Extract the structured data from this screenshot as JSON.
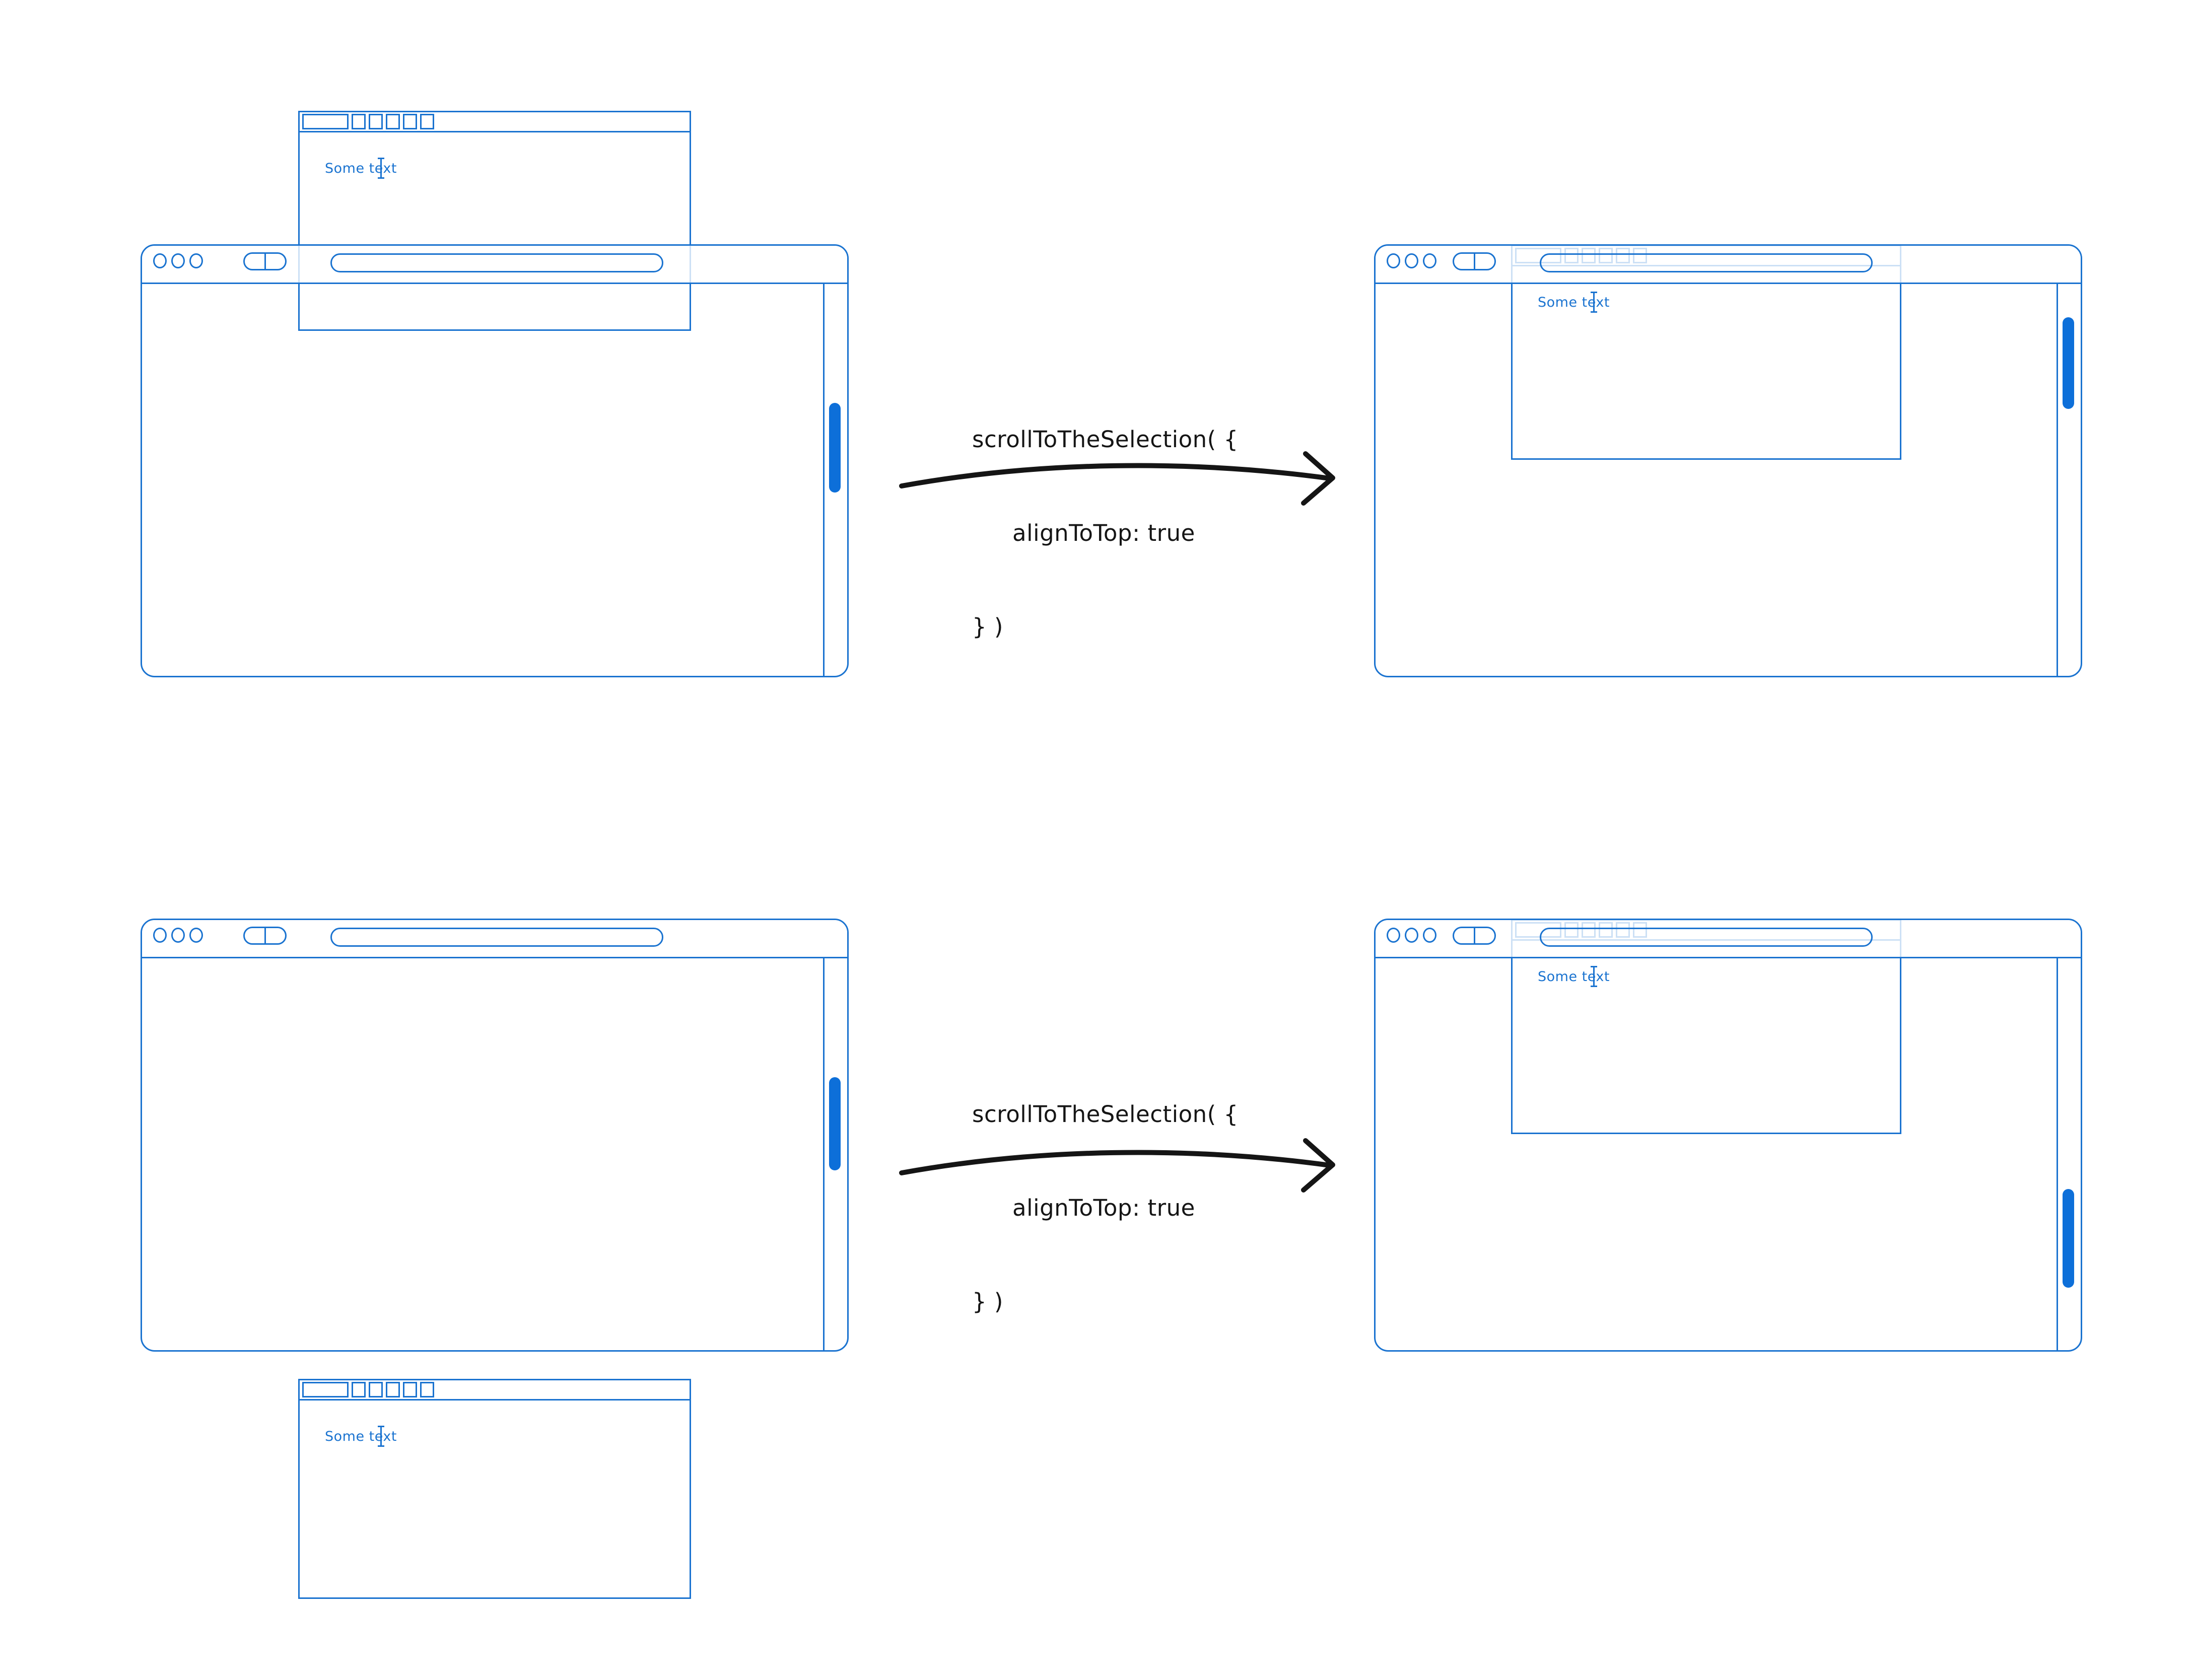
{
  "panel": {
    "text": "Some text",
    "header_icons": "tab-placeholder-and-five-squares",
    "cursor": "i-beam-caret"
  },
  "arrow_label": {
    "line1": "scrollToTheSelection( {",
    "line2": "alignToTop: true",
    "line3": "} )"
  },
  "windows": [
    {
      "id": "top-left",
      "role": "before",
      "scroll_thumb_position": "middle"
    },
    {
      "id": "top-right",
      "role": "after",
      "scroll_thumb_position": "near-top"
    },
    {
      "id": "bottom-left",
      "role": "before",
      "scroll_thumb_position": "middle"
    },
    {
      "id": "bottom-right",
      "role": "after",
      "scroll_thumb_position": "near-bottom"
    }
  ],
  "icons": {
    "traffic_lights": "three-outlined-circles",
    "sidebar_toggle": "split-pill",
    "address_bar": "rounded-pill-outline",
    "arrow": "curved-right-arrow"
  },
  "colors": {
    "blue": "#1a73d0",
    "thumb_blue": "#0d6fd9",
    "code_ink": "#151515"
  }
}
